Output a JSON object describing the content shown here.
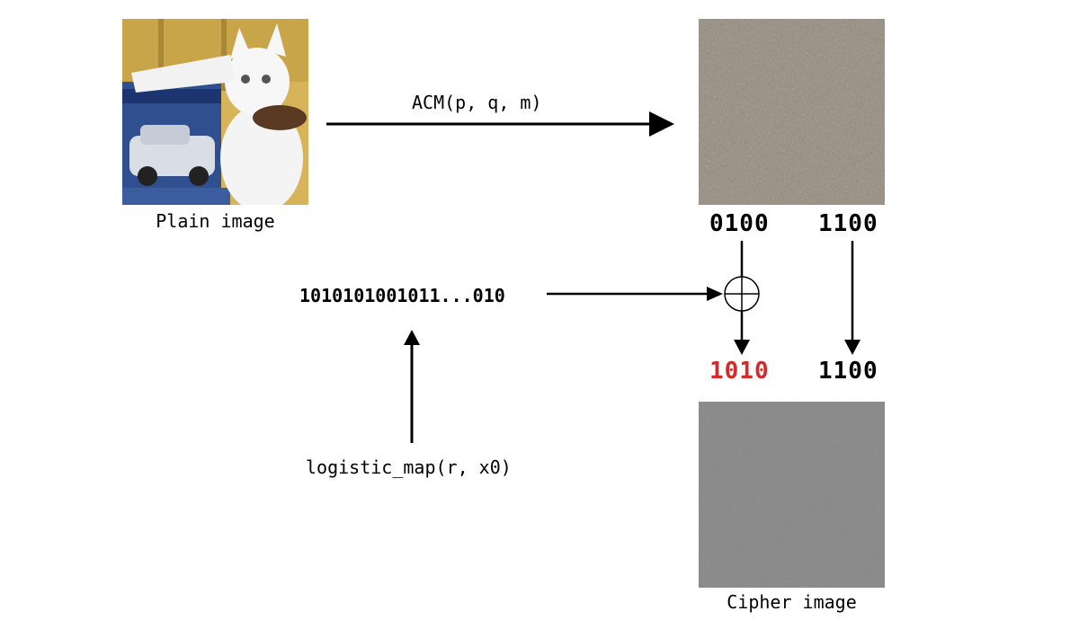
{
  "labels": {
    "plain_image": "Plain image",
    "cipher_image": "Cipher image",
    "acm": "ACM(p, q, m)",
    "bitstream": "1010101001011...010",
    "logistic": "logistic_map(r, x0)"
  },
  "bits": {
    "scrambled_a": "0100",
    "scrambled_b": "1100",
    "cipher_a": "1010",
    "cipher_b": "1100"
  },
  "colors": {
    "highlight": "#d42a2a",
    "scrambled_base": "#8a8072",
    "cipher_base": "#7d7d7d"
  },
  "icons": {
    "xor": "circled-plus-icon"
  }
}
